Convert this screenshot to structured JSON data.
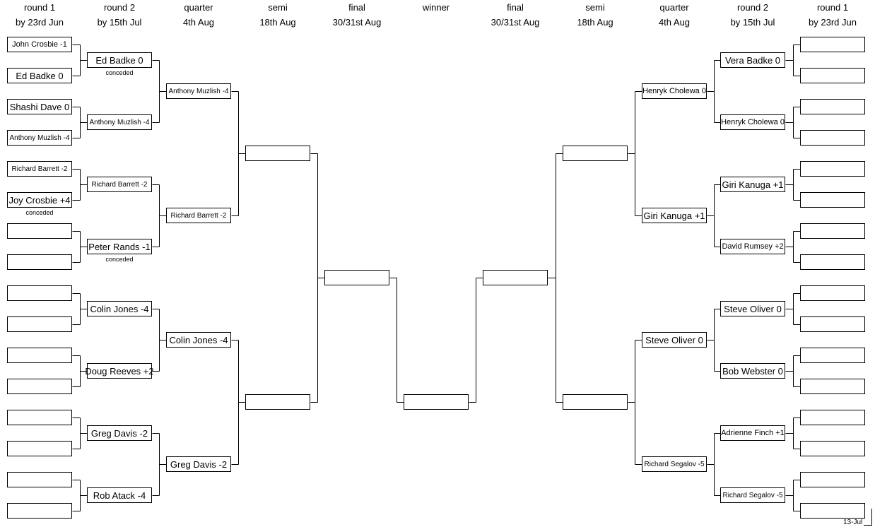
{
  "headers": {
    "left": [
      {
        "title": "round 1",
        "date": "by 23rd Jun"
      },
      {
        "title": "round 2",
        "date": "by 15th Jul"
      },
      {
        "title": "quarter",
        "date": "4th Aug"
      },
      {
        "title": "semi",
        "date": "18th Aug"
      },
      {
        "title": "final",
        "date": "30/31st Aug"
      }
    ],
    "center": {
      "title": "winner"
    },
    "right": [
      {
        "title": "final",
        "date": "30/31st Aug"
      },
      {
        "title": "semi",
        "date": "18th Aug"
      },
      {
        "title": "quarter",
        "date": "4th Aug"
      },
      {
        "title": "round 2",
        "date": "by 15th Jul"
      },
      {
        "title": "round 1",
        "date": "by 23rd Jun"
      }
    ]
  },
  "left": {
    "round1": [
      "John Crosbie -1",
      "Ed Badke 0",
      "Shashi Dave 0",
      "Anthony Muzlish -4",
      "Richard Barrett -2",
      "Joy Crosbie +4",
      "",
      "",
      "",
      "",
      "",
      "",
      "",
      "",
      "",
      ""
    ],
    "round1_notes": [
      "",
      "",
      "",
      "",
      "",
      "conceded",
      "",
      "",
      "",
      "",
      "",
      "",
      "",
      "",
      "",
      ""
    ],
    "round2": [
      "Ed Badke 0",
      "Anthony Muzlish -4",
      "Richard Barrett -2",
      "Peter Rands -1",
      "Colin Jones -4",
      "Doug Reeves +2",
      "Greg Davis -2",
      "Rob Atack -4"
    ],
    "round2_notes": [
      "conceded",
      "",
      "",
      "conceded",
      "",
      "",
      "",
      ""
    ],
    "quarter": [
      "Anthony Muzlish -4",
      "Richard Barrett -2",
      "Colin Jones -4",
      "Greg Davis -2"
    ],
    "semi": [
      "",
      ""
    ],
    "final": [
      ""
    ]
  },
  "right": {
    "round1": [
      "",
      "",
      "",
      "",
      "",
      "",
      "",
      "",
      "",
      "",
      "",
      "",
      "",
      "",
      "",
      ""
    ],
    "round2": [
      "Vera Badke 0",
      "Henryk Cholewa 0",
      "Giri Kanuga +1",
      "David Rumsey +2",
      "Steve Oliver 0",
      "Bob Webster 0",
      "Adrienne Finch +1",
      "Richard Segalov -5"
    ],
    "quarter": [
      "Henryk Cholewa 0",
      "Giri Kanuga +1",
      "Steve Oliver 0",
      "Richard Segalov -5"
    ],
    "semi": [
      "",
      ""
    ],
    "final": [
      ""
    ]
  },
  "winner": "",
  "datestamp": "13-Jul"
}
